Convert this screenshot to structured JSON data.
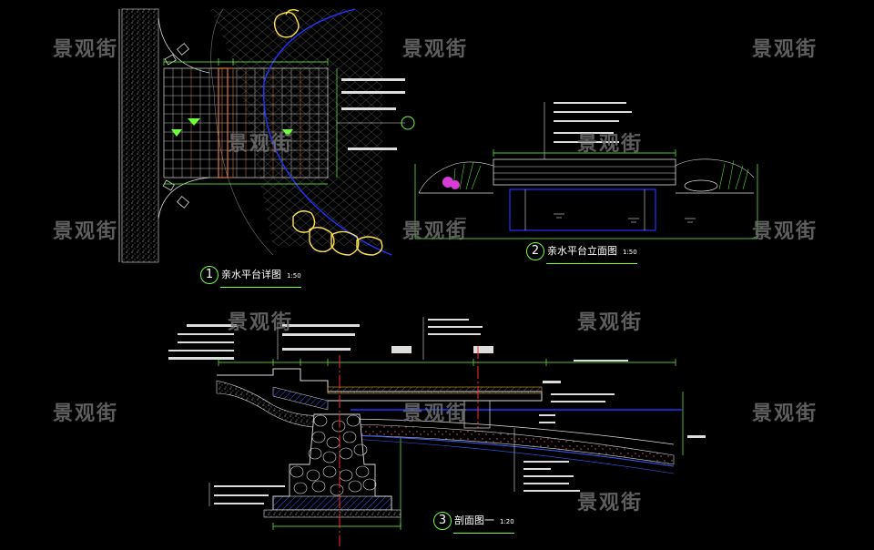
{
  "watermark": "景观街",
  "views": [
    {
      "number": "1",
      "title": "亲水平台详图",
      "scale": "1:50"
    },
    {
      "number": "2",
      "title": "亲水平台立面图",
      "scale": "1:50"
    },
    {
      "number": "3",
      "title": "剖面图一",
      "scale": "1:20"
    }
  ],
  "colors": {
    "background": "#000000",
    "dimension": "#6cff3a",
    "deck": "#e07a3a",
    "water": "#2233ff",
    "rocks": "#ffe24a",
    "section_cut": "#ff2a2a",
    "annotation": "#ffffff"
  }
}
